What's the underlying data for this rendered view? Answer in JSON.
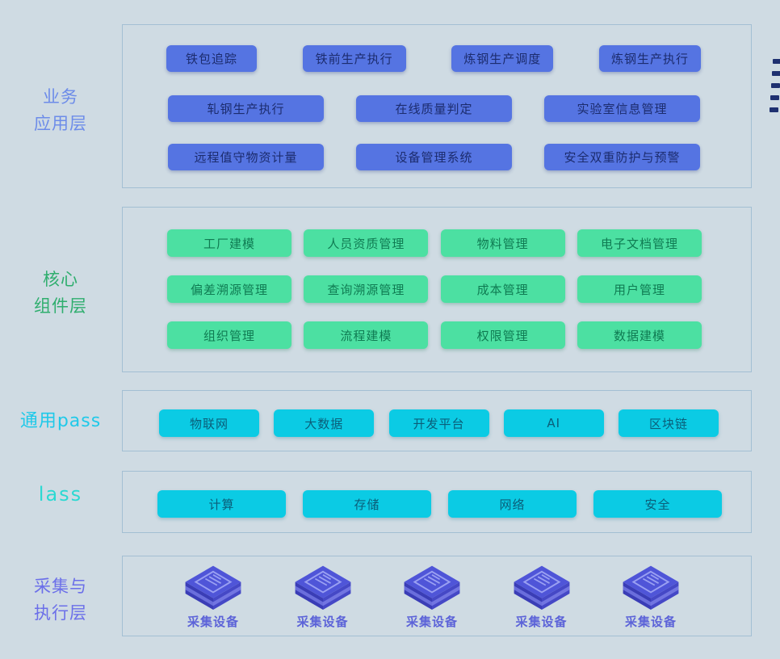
{
  "layer_labels": {
    "business": {
      "line1": "业务",
      "line2": "应用层"
    },
    "core": {
      "line1": "核心",
      "line2": "组件层"
    },
    "paas": {
      "text": "通用pass"
    },
    "iaas": {
      "text": "lass"
    },
    "collect": {
      "line1": "采集与",
      "line2": "执行层"
    }
  },
  "business_layer": {
    "row1": [
      "铁包追踪",
      "铁前生产执行",
      "炼钢生产调度",
      "炼钢生产执行"
    ],
    "row2": [
      "轧钢生产执行",
      "在线质量判定",
      "实验室信息管理"
    ],
    "row3": [
      "远程值守物资计量",
      "设备管理系统",
      "安全双重防护与预警"
    ]
  },
  "core_layer": {
    "row1": [
      "工厂建模",
      "人员资质管理",
      "物料管理",
      "电子文档管理"
    ],
    "row2": [
      "偏差溯源管理",
      "查询溯源管理",
      "成本管理",
      "用户管理"
    ],
    "row3": [
      "组织管理",
      "流程建模",
      "权限管理",
      "数据建模"
    ]
  },
  "paas_layer": {
    "buttons": [
      "物联网",
      "大数据",
      "开发平台",
      "AI",
      "区块链"
    ]
  },
  "iaas_layer": {
    "buttons": [
      "计算",
      "存储",
      "网络",
      "安全"
    ]
  },
  "collect_layer": {
    "device_label": "采集设备",
    "device_count": 5
  },
  "colors": {
    "page_background": "#cfdbe3",
    "panel_border": "#a3bfd3",
    "business_button": "#5574e2",
    "core_button": "#4ce0a2",
    "paas_iaas_button": "#0bcbe4",
    "business_label": "#6d8ce9",
    "core_label": "#2fae6e",
    "paas_label": "#1fc9e9",
    "iaas_label": "#2bd9d2",
    "collect_label": "#6b6fe9",
    "device_label": "#5c63d8",
    "edge_dash": "#1e3070"
  }
}
